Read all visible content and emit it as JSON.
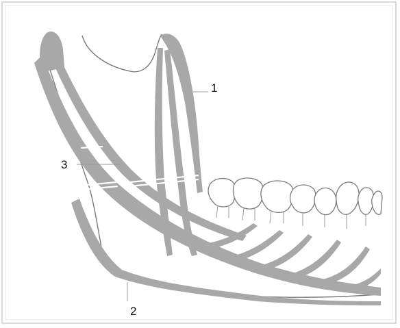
{
  "labels": {
    "label_1": "1",
    "label_2": "2",
    "label_3": "3"
  },
  "colors": {
    "background": "#ffffff",
    "frame_border": "#d9d9d9",
    "band_fill": "#a8a8a8",
    "outline_stroke": "#7a7a7a",
    "leader_line": "#9a9a9a",
    "label_text": "#111111"
  }
}
